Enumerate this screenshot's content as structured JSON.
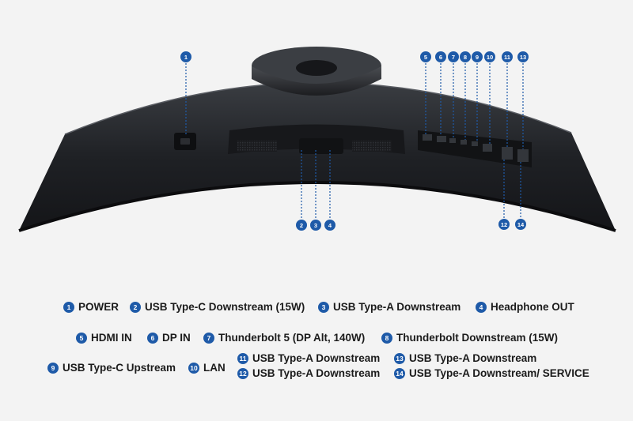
{
  "colors": {
    "background": "#f3f3f3",
    "monitor_body": "#1d1f22",
    "marker": "#1e5aa8",
    "leader_line": "#1e5aa8"
  },
  "ports": [
    {
      "number": "1",
      "label": "POWER"
    },
    {
      "number": "2",
      "label": "USB Type-C Downstream (15W)"
    },
    {
      "number": "3",
      "label": "USB Type-A Downstream"
    },
    {
      "number": "4",
      "label": "Headphone OUT"
    },
    {
      "number": "5",
      "label": "HDMI IN"
    },
    {
      "number": "6",
      "label": "DP IN"
    },
    {
      "number": "7",
      "label": "Thunderbolt 5 (DP Alt, 140W)"
    },
    {
      "number": "8",
      "label": "Thunderbolt Downstream (15W)"
    },
    {
      "number": "9",
      "label": "USB Type-C Upstream"
    },
    {
      "number": "10",
      "label": "LAN"
    },
    {
      "number": "11",
      "label": "USB Type-A Downstream"
    },
    {
      "number": "12",
      "label": "USB Type-A Downstream"
    },
    {
      "number": "13",
      "label": "USB Type-A Downstream"
    },
    {
      "number": "14",
      "label": "USB Type-A Downstream/ SERVICE"
    }
  ]
}
